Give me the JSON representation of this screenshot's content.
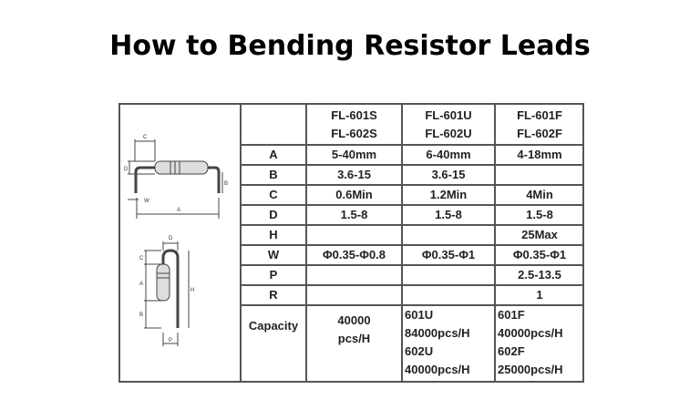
{
  "title": "How to Bending Resistor Leads",
  "diagram_labels": {
    "top": [
      "C",
      "D",
      "W",
      "A",
      "B"
    ],
    "bottom": [
      "D",
      "C",
      "A",
      "H",
      "B",
      "P"
    ]
  },
  "table": {
    "headers": [
      {
        "line1": "FL-601S",
        "line2": "FL-602S"
      },
      {
        "line1": "FL-601U",
        "line2": "FL-602U"
      },
      {
        "line1": "FL-601F",
        "line2": "FL-602F"
      }
    ],
    "rows": [
      {
        "label": "A",
        "values": [
          "5-40mm",
          "6-40mm",
          "4-18mm"
        ]
      },
      {
        "label": "B",
        "values": [
          "3.6-15",
          "3.6-15",
          ""
        ]
      },
      {
        "label": "C",
        "values": [
          "0.6Min",
          "1.2Min",
          "4Min"
        ]
      },
      {
        "label": "D",
        "values": [
          "1.5-8",
          "1.5-8",
          "1.5-8"
        ]
      },
      {
        "label": "H",
        "values": [
          "",
          "",
          "25Max"
        ]
      },
      {
        "label": "W",
        "values": [
          "Φ0.35-Φ0.8",
          "Φ0.35-Φ1",
          "Φ0.35-Φ1"
        ]
      },
      {
        "label": "P",
        "values": [
          "",
          "",
          "2.5-13.5"
        ]
      },
      {
        "label": "R",
        "values": [
          "",
          "",
          "1"
        ]
      }
    ],
    "capacity": {
      "label": "Capacity",
      "col1": [
        "40000",
        "pcs/H"
      ],
      "col2": [
        "601U",
        "84000pcs/H",
        "602U",
        "40000pcs/H"
      ],
      "col3": [
        "601F",
        "40000pcs/H",
        "602F",
        "25000pcs/H"
      ]
    }
  }
}
